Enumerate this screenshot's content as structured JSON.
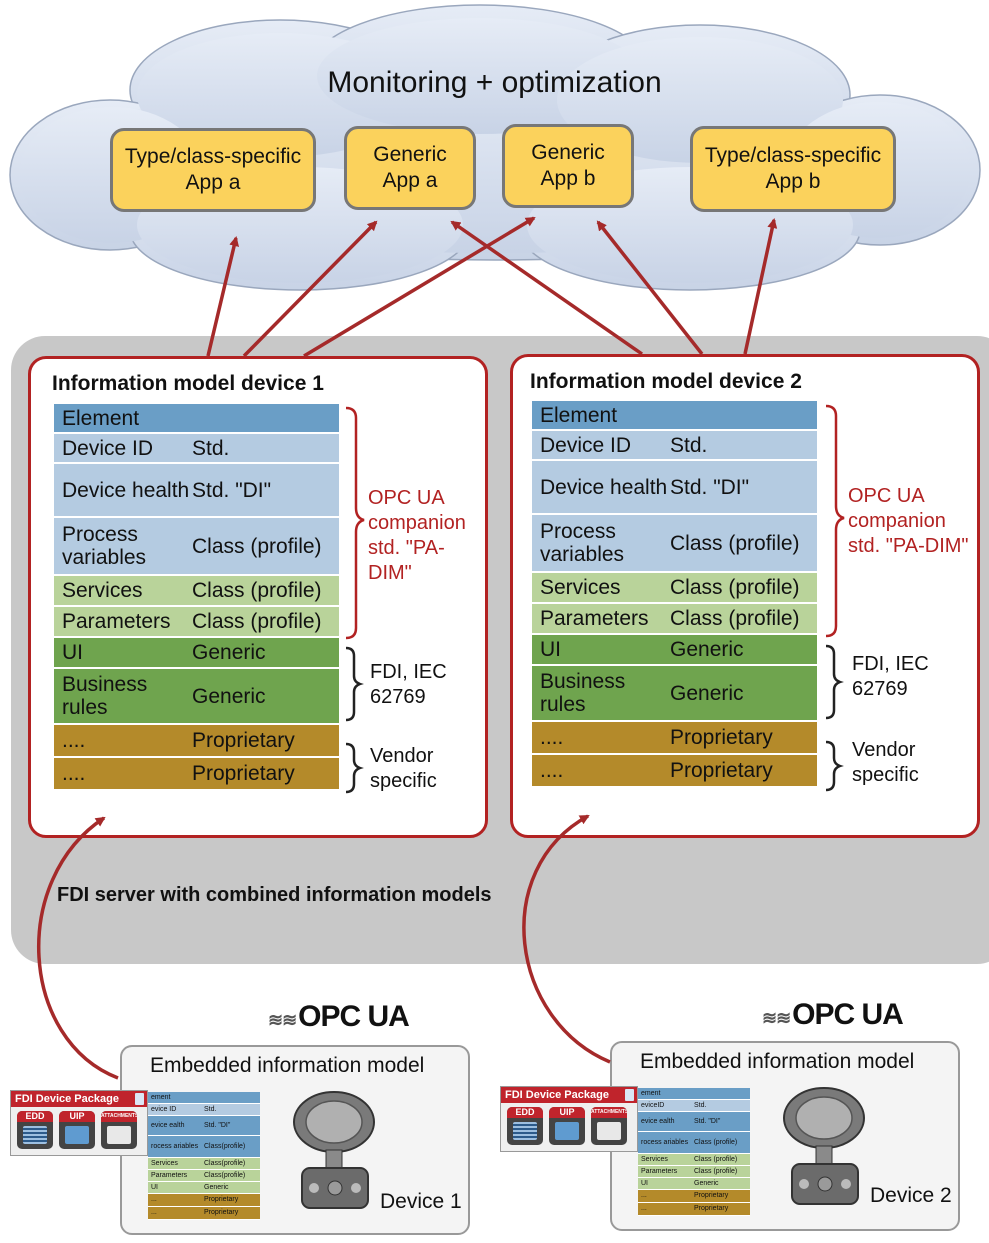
{
  "cloud": {
    "title": "Monitoring + optimization",
    "apps": [
      {
        "line1": "Type/class-specific",
        "line2": "App a"
      },
      {
        "line1": "Generic",
        "line2": "App a"
      },
      {
        "line1": "Generic",
        "line2": "App b"
      },
      {
        "line1": "Type/class-specific",
        "line2": "App b"
      }
    ]
  },
  "server": {
    "label": "FDI server with combined information models"
  },
  "models": [
    {
      "title": "Information model device 1",
      "rows": [
        {
          "c1": "Element",
          "c2": "",
          "style": "head"
        },
        {
          "c1": "Device ID",
          "c2": "Std.",
          "style": "blue"
        },
        {
          "c1": "Device health",
          "c2": "Std. \"DI\"",
          "style": "blue"
        },
        {
          "c1": "Process variables",
          "c2": "Class (profile)",
          "style": "blue"
        },
        {
          "c1": "Services",
          "c2": "Class (profile)",
          "style": "lgreen"
        },
        {
          "c1": "Parameters",
          "c2": "Class (profile)",
          "style": "lgreen"
        },
        {
          "c1": "UI",
          "c2": "Generic",
          "style": "green"
        },
        {
          "c1": "Business rules",
          "c2": "Generic",
          "style": "green"
        },
        {
          "c1": "....",
          "c2": "Proprietary",
          "style": "brown"
        },
        {
          "c1": "....",
          "c2": "Proprietary",
          "style": "brown"
        }
      ],
      "brackets": {
        "opc": "OPC UA companion std. \"PA-DIM\"",
        "fdi": "FDI, IEC 62769",
        "vendor": "Vendor specific"
      }
    },
    {
      "title": "Information model device 2",
      "rows": [
        {
          "c1": "Element",
          "c2": "",
          "style": "head"
        },
        {
          "c1": "Device ID",
          "c2": "Std.",
          "style": "blue"
        },
        {
          "c1": "Device health",
          "c2": "Std. \"DI\"",
          "style": "blue"
        },
        {
          "c1": "Process variables",
          "c2": "Class (profile)",
          "style": "blue"
        },
        {
          "c1": "Services",
          "c2": "Class (profile)",
          "style": "lgreen"
        },
        {
          "c1": "Parameters",
          "c2": "Class (profile)",
          "style": "lgreen"
        },
        {
          "c1": "UI",
          "c2": "Generic",
          "style": "green"
        },
        {
          "c1": "Business rules",
          "c2": "Generic",
          "style": "green"
        },
        {
          "c1": "....",
          "c2": "Proprietary",
          "style": "brown"
        },
        {
          "c1": "....",
          "c2": "Proprietary",
          "style": "brown"
        }
      ],
      "brackets": {
        "opc": "OPC UA companion std. \"PA-DIM\"",
        "fdi": "FDI, IEC 62769",
        "vendor": "Vendor specific"
      }
    }
  ],
  "devices": [
    {
      "opcua": "OPC UA",
      "embedded_title": "Embedded information model",
      "device_label": "Device 1",
      "package": {
        "title": "FDI Device Package",
        "icons": [
          "EDD",
          "UIP",
          "ATTACHMENTS"
        ]
      },
      "mini_rows": [
        {
          "c1": "ement",
          "c2": "",
          "style": "head"
        },
        {
          "c1": "evice ID",
          "c2": "Std.",
          "style": "blue"
        },
        {
          "c1": "evice ealth",
          "c2": "Std. \"DI\"",
          "style": "blue"
        },
        {
          "c1": "rocess ariables",
          "c2": "Class(profile)",
          "style": "blue"
        },
        {
          "c1": "Services",
          "c2": "Class(profile)",
          "style": "lgreen"
        },
        {
          "c1": "Parameters",
          "c2": "Class(profile)",
          "style": "lgreen"
        },
        {
          "c1": "UI",
          "c2": "Generic",
          "style": "green"
        },
        {
          "c1": "...",
          "c2": "Proprietary",
          "style": "brown"
        },
        {
          "c1": "...",
          "c2": "Proprietary",
          "style": "brown"
        }
      ]
    },
    {
      "opcua": "OPC UA",
      "embedded_title": "Embedded information model",
      "device_label": "Device 2",
      "package": {
        "title": "FDI Device Package",
        "icons": [
          "EDD",
          "UIP",
          "ATTACHMENTS"
        ]
      },
      "mini_rows": [
        {
          "c1": "ement",
          "c2": "",
          "style": "head"
        },
        {
          "c1": "eviceID",
          "c2": "Std.",
          "style": "blue"
        },
        {
          "c1": "evice ealth",
          "c2": "Std. \"DI\"",
          "style": "blue"
        },
        {
          "c1": "rocess ariables",
          "c2": "Class (profile)",
          "style": "blue"
        },
        {
          "c1": "Services",
          "c2": "Class (profile)",
          "style": "lgreen"
        },
        {
          "c1": "Parameters",
          "c2": "Class (profile)",
          "style": "lgreen"
        },
        {
          "c1": "UI",
          "c2": "Generic",
          "style": "green"
        },
        {
          "c1": "...",
          "c2": "Proprietary",
          "style": "brown"
        },
        {
          "c1": "...",
          "c2": "Proprietary",
          "style": "brown"
        }
      ]
    }
  ],
  "colors": {
    "arrow": "#a52a2a",
    "cloud": "#d7e0ef",
    "app": "#fbd25c",
    "model_border": "#b22222",
    "row_head": "#6a9ec6",
    "row_blue": "#b4cbe1",
    "row_lgreen": "#b9d39a",
    "row_green": "#6fa44e",
    "row_brown": "#b48a2a"
  }
}
